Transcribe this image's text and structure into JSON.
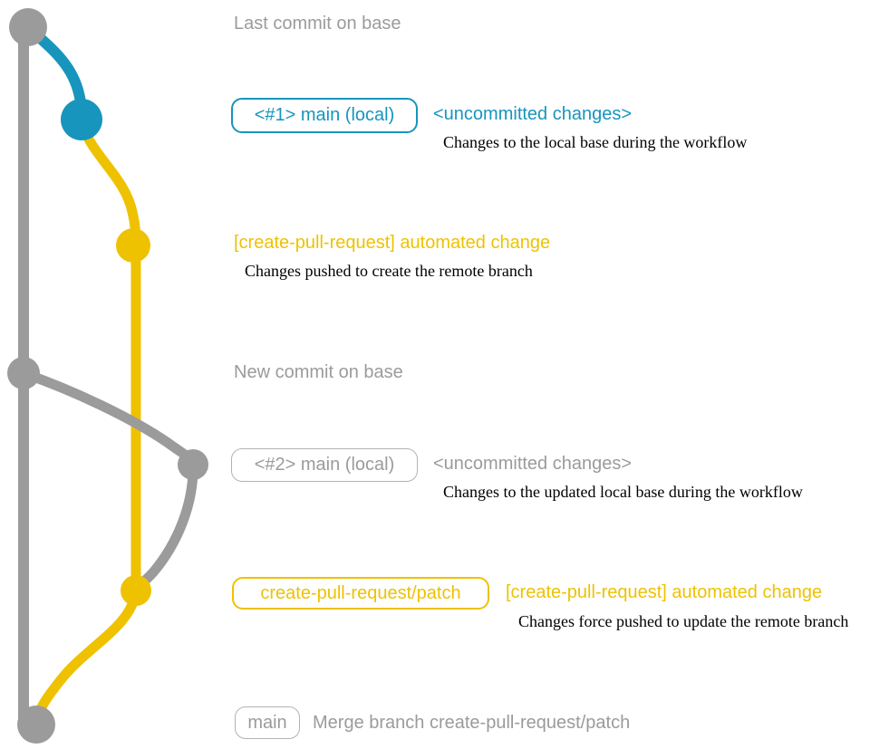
{
  "colors": {
    "gray": "#9b9b9b",
    "gray_box_border": "#b3b3b3",
    "blue": "#1795bd",
    "yellow": "#eec200",
    "desc_text": "#000000",
    "background": "#ffffff"
  },
  "rows": {
    "last_commit": {
      "label": "Last commit on base"
    },
    "branch1": {
      "box": "<#1> main (local)",
      "status": "<uncommitted changes>",
      "desc": "Changes to the local base during the workflow"
    },
    "commit1": {
      "title": "[create-pull-request] automated change",
      "desc": "Changes pushed to create the remote branch"
    },
    "new_commit": {
      "label": "New commit on base"
    },
    "branch2": {
      "box": "<#2> main (local)",
      "status": "<uncommitted changes>",
      "desc": "Changes to the updated local base during the workflow"
    },
    "patch": {
      "box": "create-pull-request/patch",
      "title": "[create-pull-request] automated change",
      "desc": "Changes force pushed to update the remote branch"
    },
    "merge": {
      "box": "main",
      "label": "Merge branch create-pull-request/patch"
    }
  }
}
